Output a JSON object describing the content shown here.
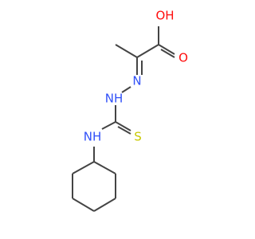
{
  "molecule": {
    "atoms": {
      "o_hydroxyl": "OH",
      "o_carbonyl": "O",
      "n_imine": "N",
      "nh_hydrazine": "NH",
      "nh_amine": "NH",
      "s_thione": "S"
    }
  },
  "colors": {
    "oxygen": "#ff0d0d",
    "nitrogen": "#3050f8",
    "sulfur": "#c8c800",
    "carbon": "#444444",
    "background": "#ffffff"
  }
}
